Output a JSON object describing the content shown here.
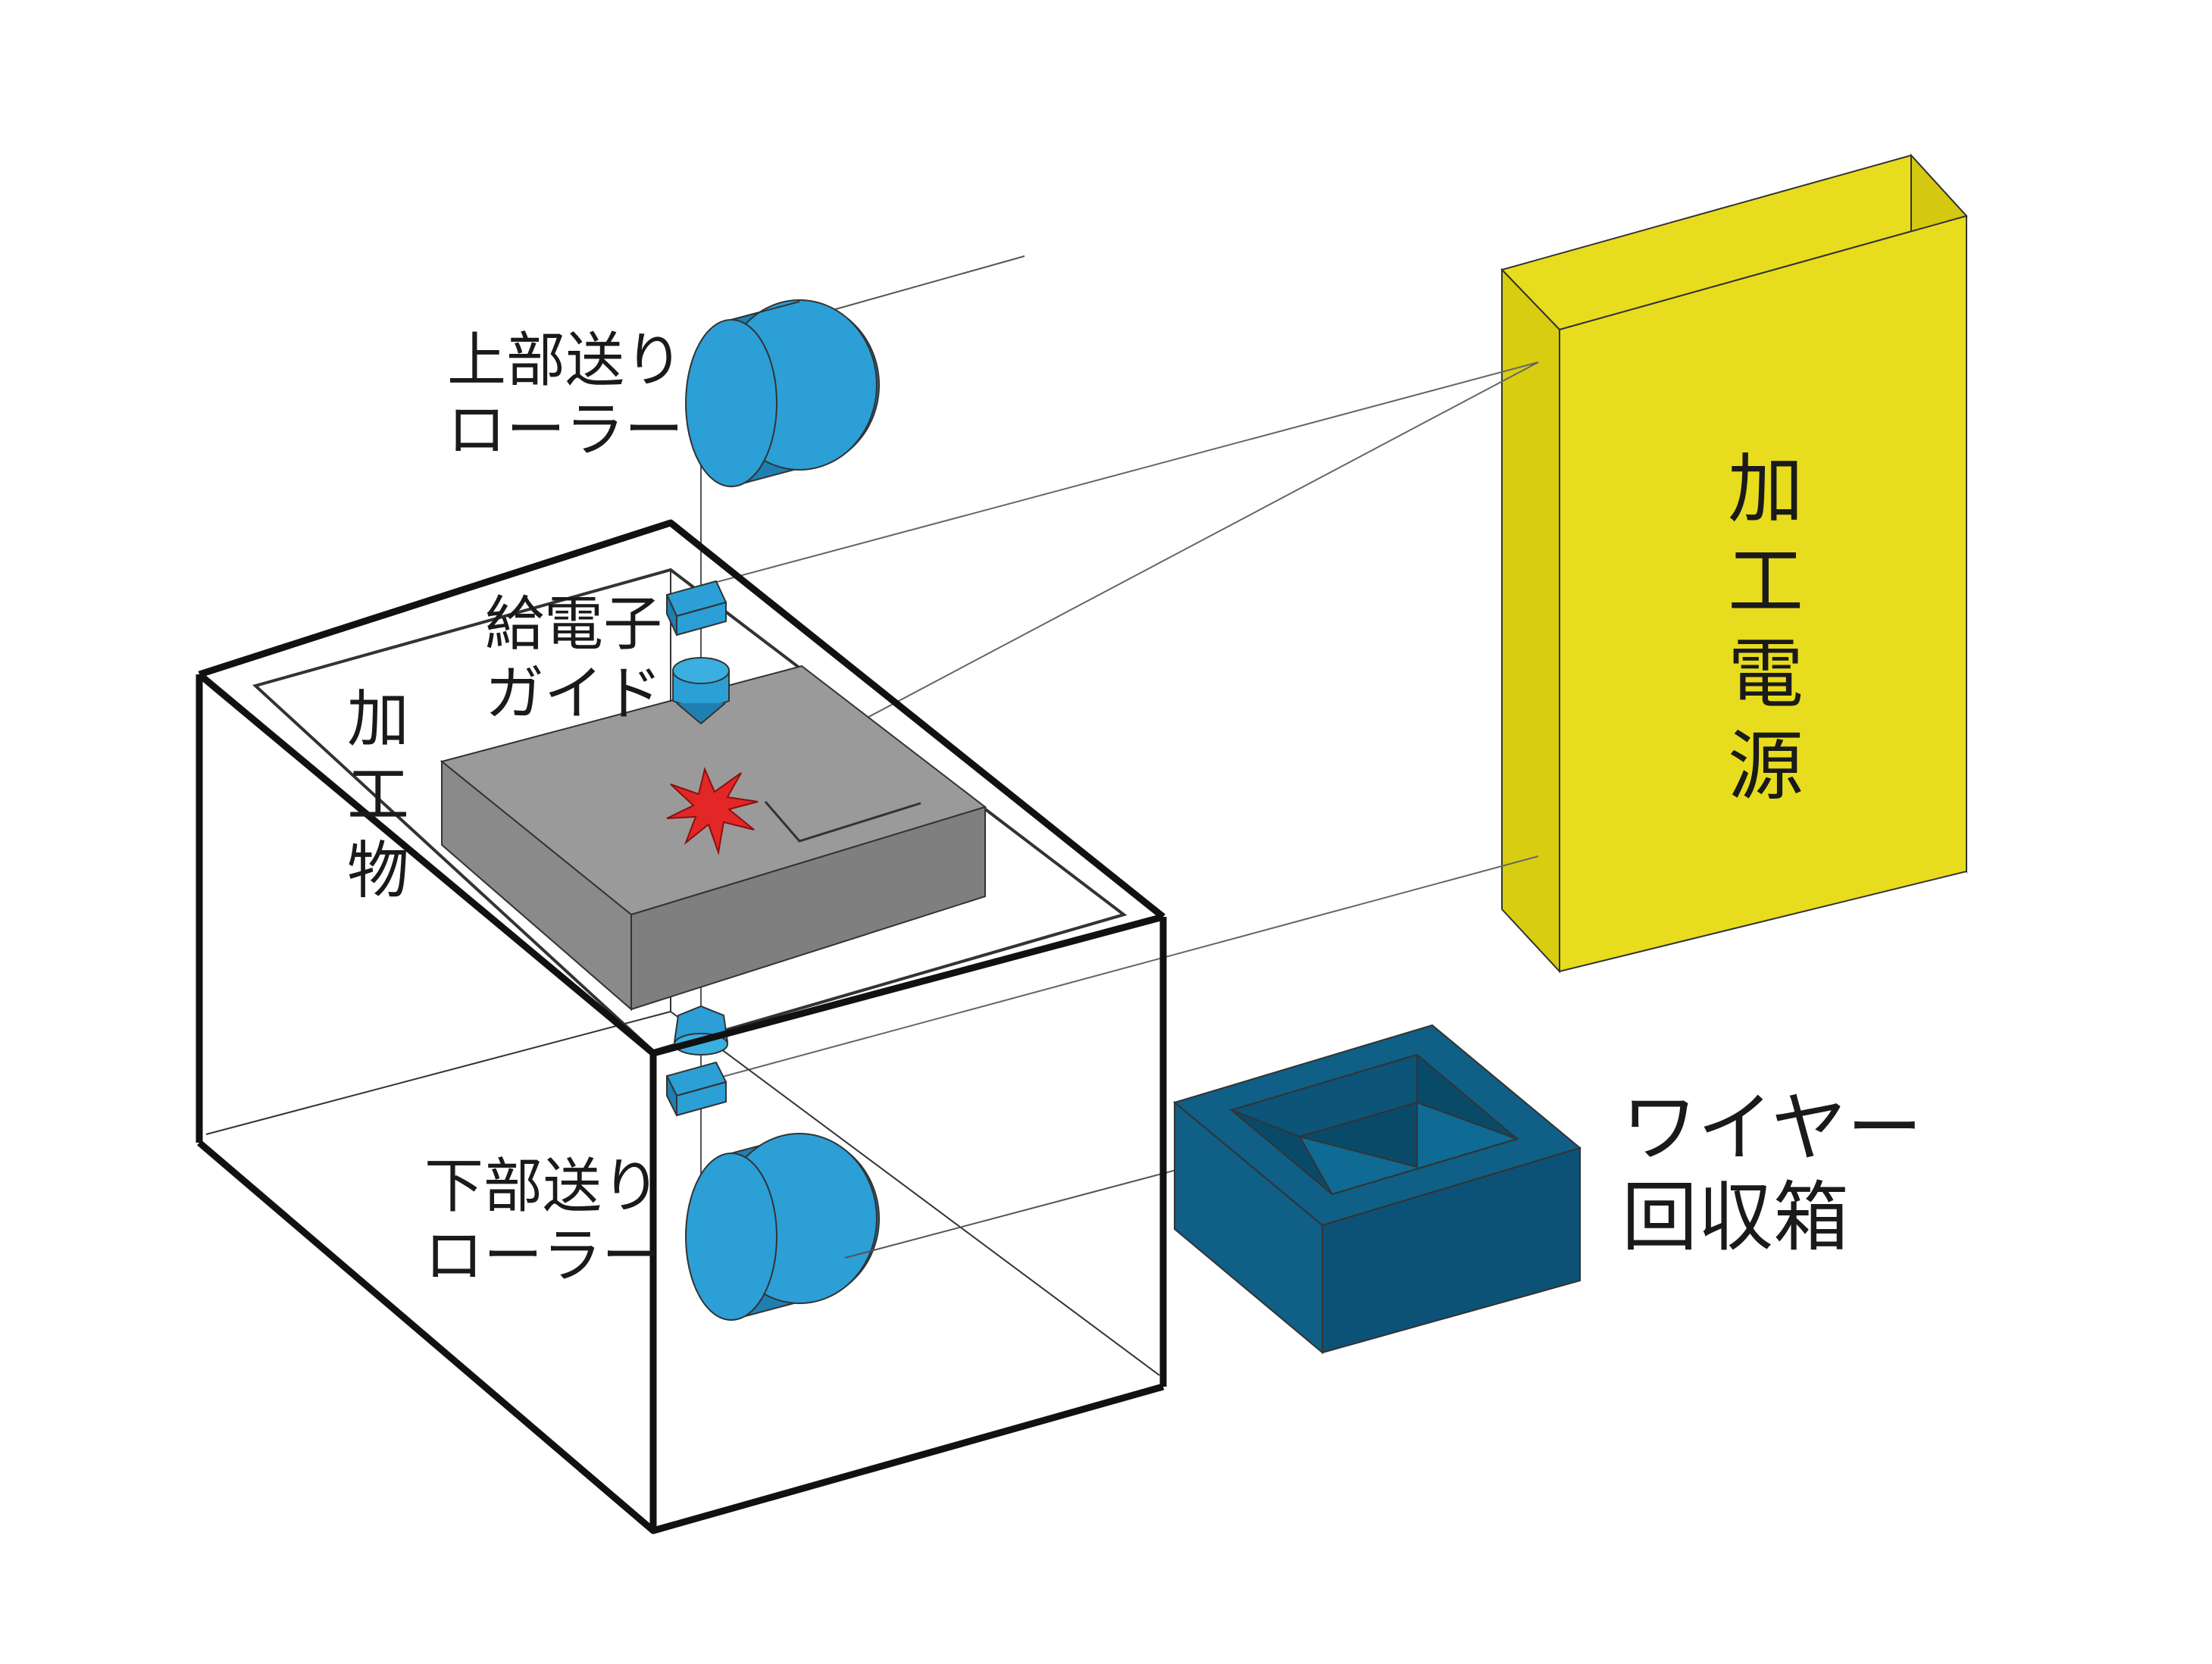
{
  "labels": {
    "upper_roller": [
      "上部送り",
      "ローラー"
    ],
    "feed_guide": [
      "給電子",
      "ガイド"
    ],
    "workpiece": [
      "加",
      "工",
      "物"
    ],
    "lower_roller": [
      "下部送り",
      "ローラー"
    ],
    "power_supply": [
      "加",
      "工",
      "電",
      "源"
    ],
    "wire_box": [
      "ワイヤー",
      "回収箱"
    ]
  },
  "colors": {
    "roller": "#2b9fd6",
    "roller_dark": "#1f7fb0",
    "power_supply": "#e8dc1e",
    "power_supply_shade": "#d6ca10",
    "wire_box": "#0f5f86",
    "wire_box_shade": "#0c4f70",
    "workpiece_top": "#9a9a9a",
    "workpiece_side": "#7f7f7f",
    "spark": "#e32626",
    "outline": "#111111"
  }
}
